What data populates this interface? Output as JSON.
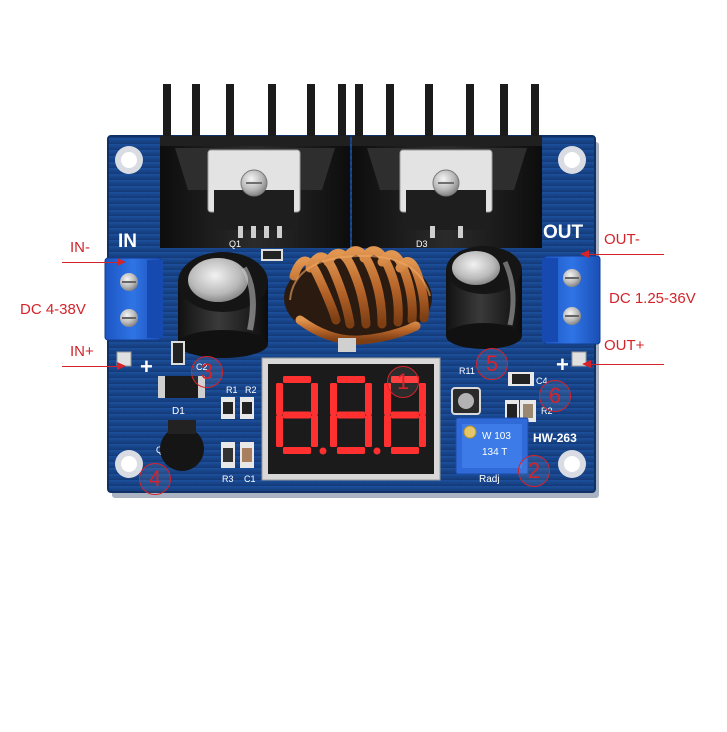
{
  "board": {
    "model": "HW-263",
    "silk_in": "IN",
    "silk_out": "OUT",
    "silk_plus": "+",
    "silk_minus": "-",
    "silk_q1": "Q1",
    "silk_d3": "D3",
    "silk_c2": "C2",
    "silk_d1": "D1",
    "silk_q2": "Q2",
    "silk_r1": "R1",
    "silk_r2": "R2",
    "silk_r3": "R3",
    "silk_c1": "C1",
    "silk_r11": "R11",
    "silk_c4": "C4",
    "silk_radj": "Radj",
    "silk_pot_code_1": "W 103",
    "silk_pot_code_2": "134 T"
  },
  "display": {
    "readout": "8.8.8"
  },
  "annotations": {
    "in_minus": "IN-",
    "in_plus": "IN+",
    "in_range": "DC 4-38V",
    "out_minus": "OUT-",
    "out_plus": "OUT+",
    "out_range": "DC 1.25-36V"
  },
  "callouts": [
    "1",
    "2",
    "3",
    "4",
    "5",
    "6"
  ],
  "colors": {
    "pcb": "#17468c",
    "pcb_edge": "#1a55a8",
    "terminal": "#1f5fd0",
    "heatsink": "#1a1a1a",
    "copper": "#b8662a",
    "segment_red": "#ff3030",
    "annotation_red": "#d4232b"
  }
}
